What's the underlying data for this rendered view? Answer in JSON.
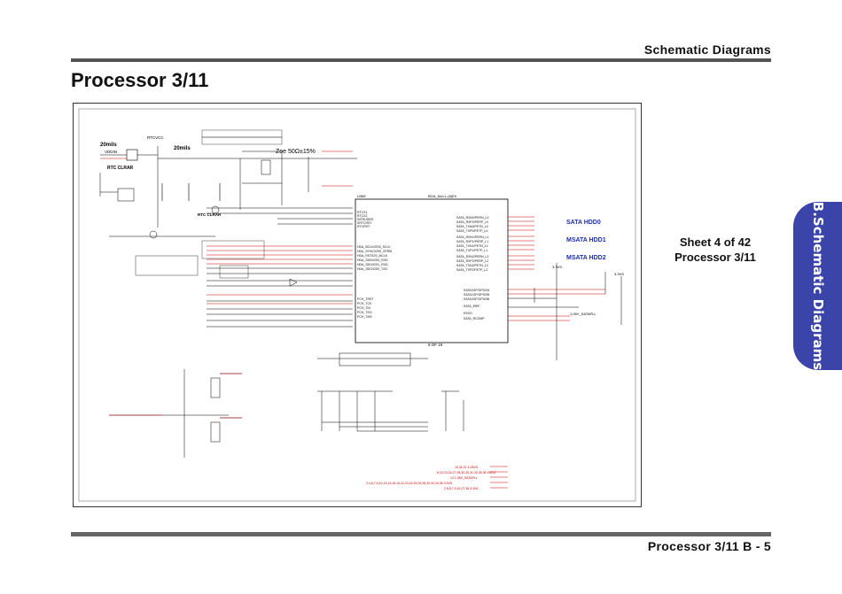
{
  "header": {
    "section_label": "Schematic Diagrams"
  },
  "page": {
    "title": "Processor 3/11"
  },
  "sheet": {
    "line1": "Sheet 4 of 42",
    "line2": "Processor 3/11"
  },
  "side_tab": {
    "label": "B.Schematic Diagrams",
    "color": "#3b44a8"
  },
  "footer": {
    "label": "Processor 3/11  B - 5"
  },
  "schematic": {
    "trace_colors": {
      "net": "#000000",
      "highlight": "#cc0000",
      "bus_label": "#1e2fa8"
    },
    "top_labels": {
      "w20_a": "20mils",
      "w20_b": "20mils",
      "zoe": "Zoe 50Ω±15%",
      "rtcvcc": "RTCVCC"
    },
    "rtc_labels": {
      "rtc_clear": "RTC CLRAR",
      "rtc_clear2": "RTC CLRAR",
      "vddin": "VDDIN"
    },
    "sata_labels": {
      "hdd0": "SATA HDD0",
      "hdd1": "MSATA HDD1",
      "hdd2": "MSATA HDD2"
    },
    "chip_labels": {
      "ref": "U36E",
      "part": "BGA_NULL-(6)Eh",
      "section": "8 OF 19"
    },
    "voltage_labels": {
      "v33": "3.3VS",
      "v33b": "3.3VS",
      "v105": "1.05V_SATAPLL"
    }
  }
}
